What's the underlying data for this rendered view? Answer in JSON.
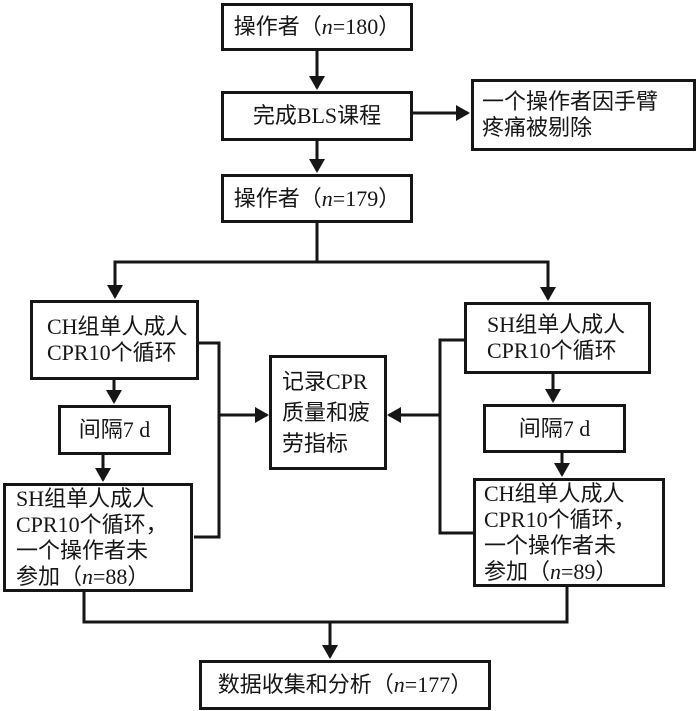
{
  "colors": {
    "line": "#161616",
    "background": "#ffffff"
  },
  "boxes": {
    "operators_180": {
      "lines": [
        [
          {
            "t": "操作者（"
          },
          {
            "t": "n",
            "i": true
          },
          {
            "t": "=180）"
          }
        ]
      ]
    },
    "bls_course": {
      "lines": [
        "完成BLS课程"
      ]
    },
    "excluded": {
      "lines": [
        "一个操作者因手臂",
        "疼痛被剔除"
      ]
    },
    "operators_179": {
      "lines": [
        [
          {
            "t": "操作者（"
          },
          {
            "t": "n",
            "i": true
          },
          {
            "t": "=179）"
          }
        ]
      ]
    },
    "ch_first": {
      "lines": [
        "CH组单人成人",
        "CPR10个循环"
      ]
    },
    "interval_left": {
      "lines": [
        "间隔7 d"
      ]
    },
    "sh_second": {
      "lines": [
        "SH组单人成人",
        "CPR10个循环，",
        "一个操作者未",
        [
          {
            "t": "参加（"
          },
          {
            "t": "n",
            "i": true
          },
          {
            "t": "=88）"
          }
        ]
      ]
    },
    "record": {
      "lines": [
        "记录CPR",
        "质量和疲",
        "劳指标"
      ]
    },
    "sh_first": {
      "lines": [
        "SH组单人成人",
        "CPR10个循环"
      ]
    },
    "interval_right": {
      "lines": [
        "间隔7 d"
      ]
    },
    "ch_second": {
      "lines": [
        "CH组单人成人",
        "CPR10个循环，",
        "一个操作者未",
        [
          {
            "t": "参加（"
          },
          {
            "t": "n",
            "i": true
          },
          {
            "t": "=89）"
          }
        ]
      ]
    },
    "data_analysis": {
      "lines": [
        [
          {
            "t": "数据收集和分析（"
          },
          {
            "t": "n",
            "i": true
          },
          {
            "t": "=177）"
          }
        ]
      ]
    }
  },
  "edges": [
    {
      "from": "operators_180",
      "to": "bls_course"
    },
    {
      "from": "bls_course",
      "to": "excluded"
    },
    {
      "from": "bls_course",
      "to": "operators_179"
    },
    {
      "from": "operators_179",
      "to": "ch_first"
    },
    {
      "from": "operators_179",
      "to": "sh_first"
    },
    {
      "from": "ch_first",
      "to": "interval_left"
    },
    {
      "from": "interval_left",
      "to": "sh_second"
    },
    {
      "from": "sh_first",
      "to": "interval_right"
    },
    {
      "from": "interval_right",
      "to": "ch_second"
    },
    {
      "from": "ch_first",
      "to": "record"
    },
    {
      "from": "sh_second",
      "to": "record"
    },
    {
      "from": "sh_first",
      "to": "record"
    },
    {
      "from": "ch_second",
      "to": "record"
    },
    {
      "from": "sh_second",
      "to": "data_analysis"
    },
    {
      "from": "ch_second",
      "to": "data_analysis"
    }
  ]
}
